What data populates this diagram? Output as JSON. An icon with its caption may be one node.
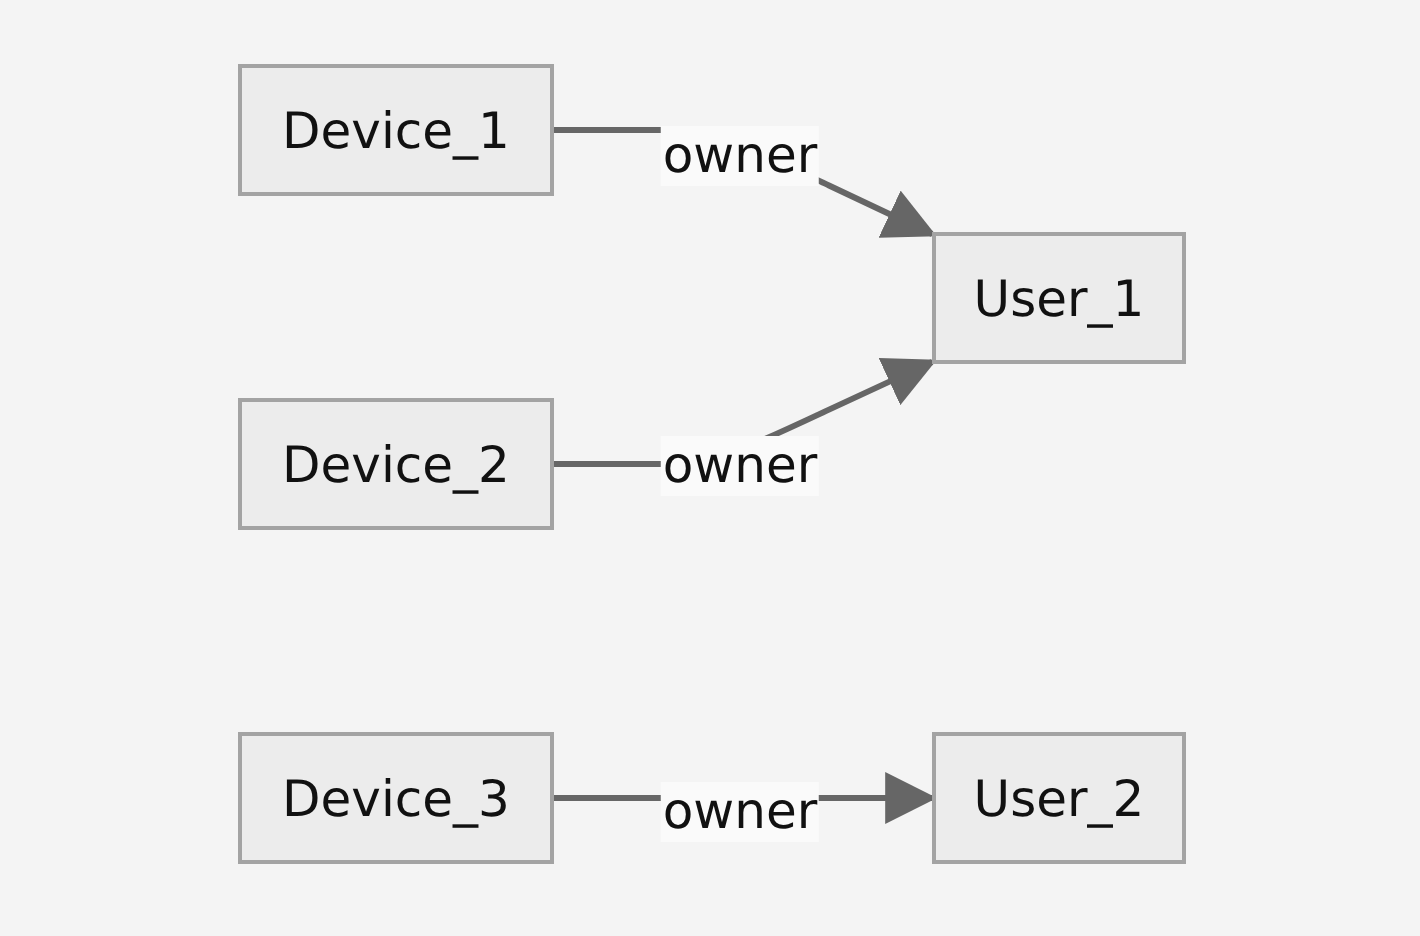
{
  "diagram": {
    "nodes": [
      {
        "text": [
          "Device_1"
        ]
      },
      {
        "text": [
          "User_1"
        ]
      },
      {
        "text": [
          "Device_2"
        ]
      },
      {
        "text": [
          "Device_3"
        ]
      },
      {
        "text": [
          "User_2"
        ]
      }
    ],
    "edges": [
      {
        "from": 0,
        "to": 1,
        "arrow": "to",
        "label": "owner"
      },
      {
        "from": 2,
        "to": 1,
        "arrow": "to",
        "label": "owner"
      },
      {
        "from": 3,
        "to": 4,
        "arrow": "to",
        "label": "owner"
      }
    ]
  }
}
